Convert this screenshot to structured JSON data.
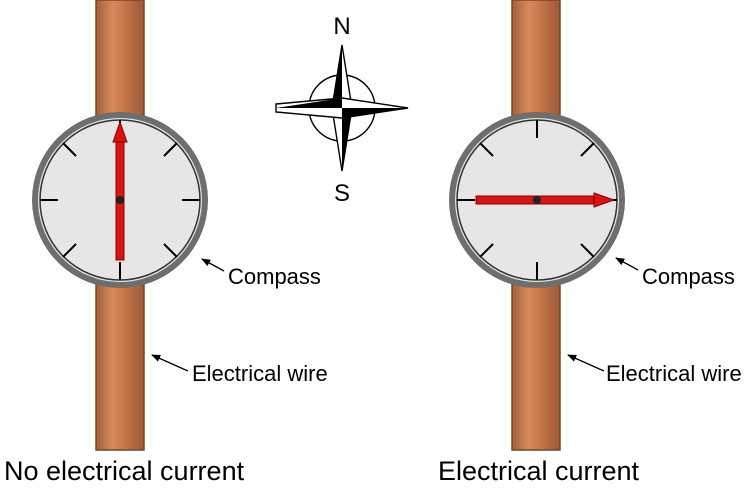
{
  "rose": {
    "north": "N",
    "south": "S"
  },
  "panels": [
    {
      "caption": "No electrical current",
      "compass_label": "Compass",
      "wire_label": "Electrical wire",
      "needle_direction": "north"
    },
    {
      "caption": "Electrical current",
      "compass_label": "Compass",
      "wire_label": "Electrical wire",
      "needle_direction": "east"
    }
  ],
  "colors": {
    "wire": "#c8774a",
    "wire_dark": "#9a5a36",
    "compass_ring": "#6e6e6e",
    "compass_face": "#e6e6e6",
    "needle": "#d81414"
  }
}
